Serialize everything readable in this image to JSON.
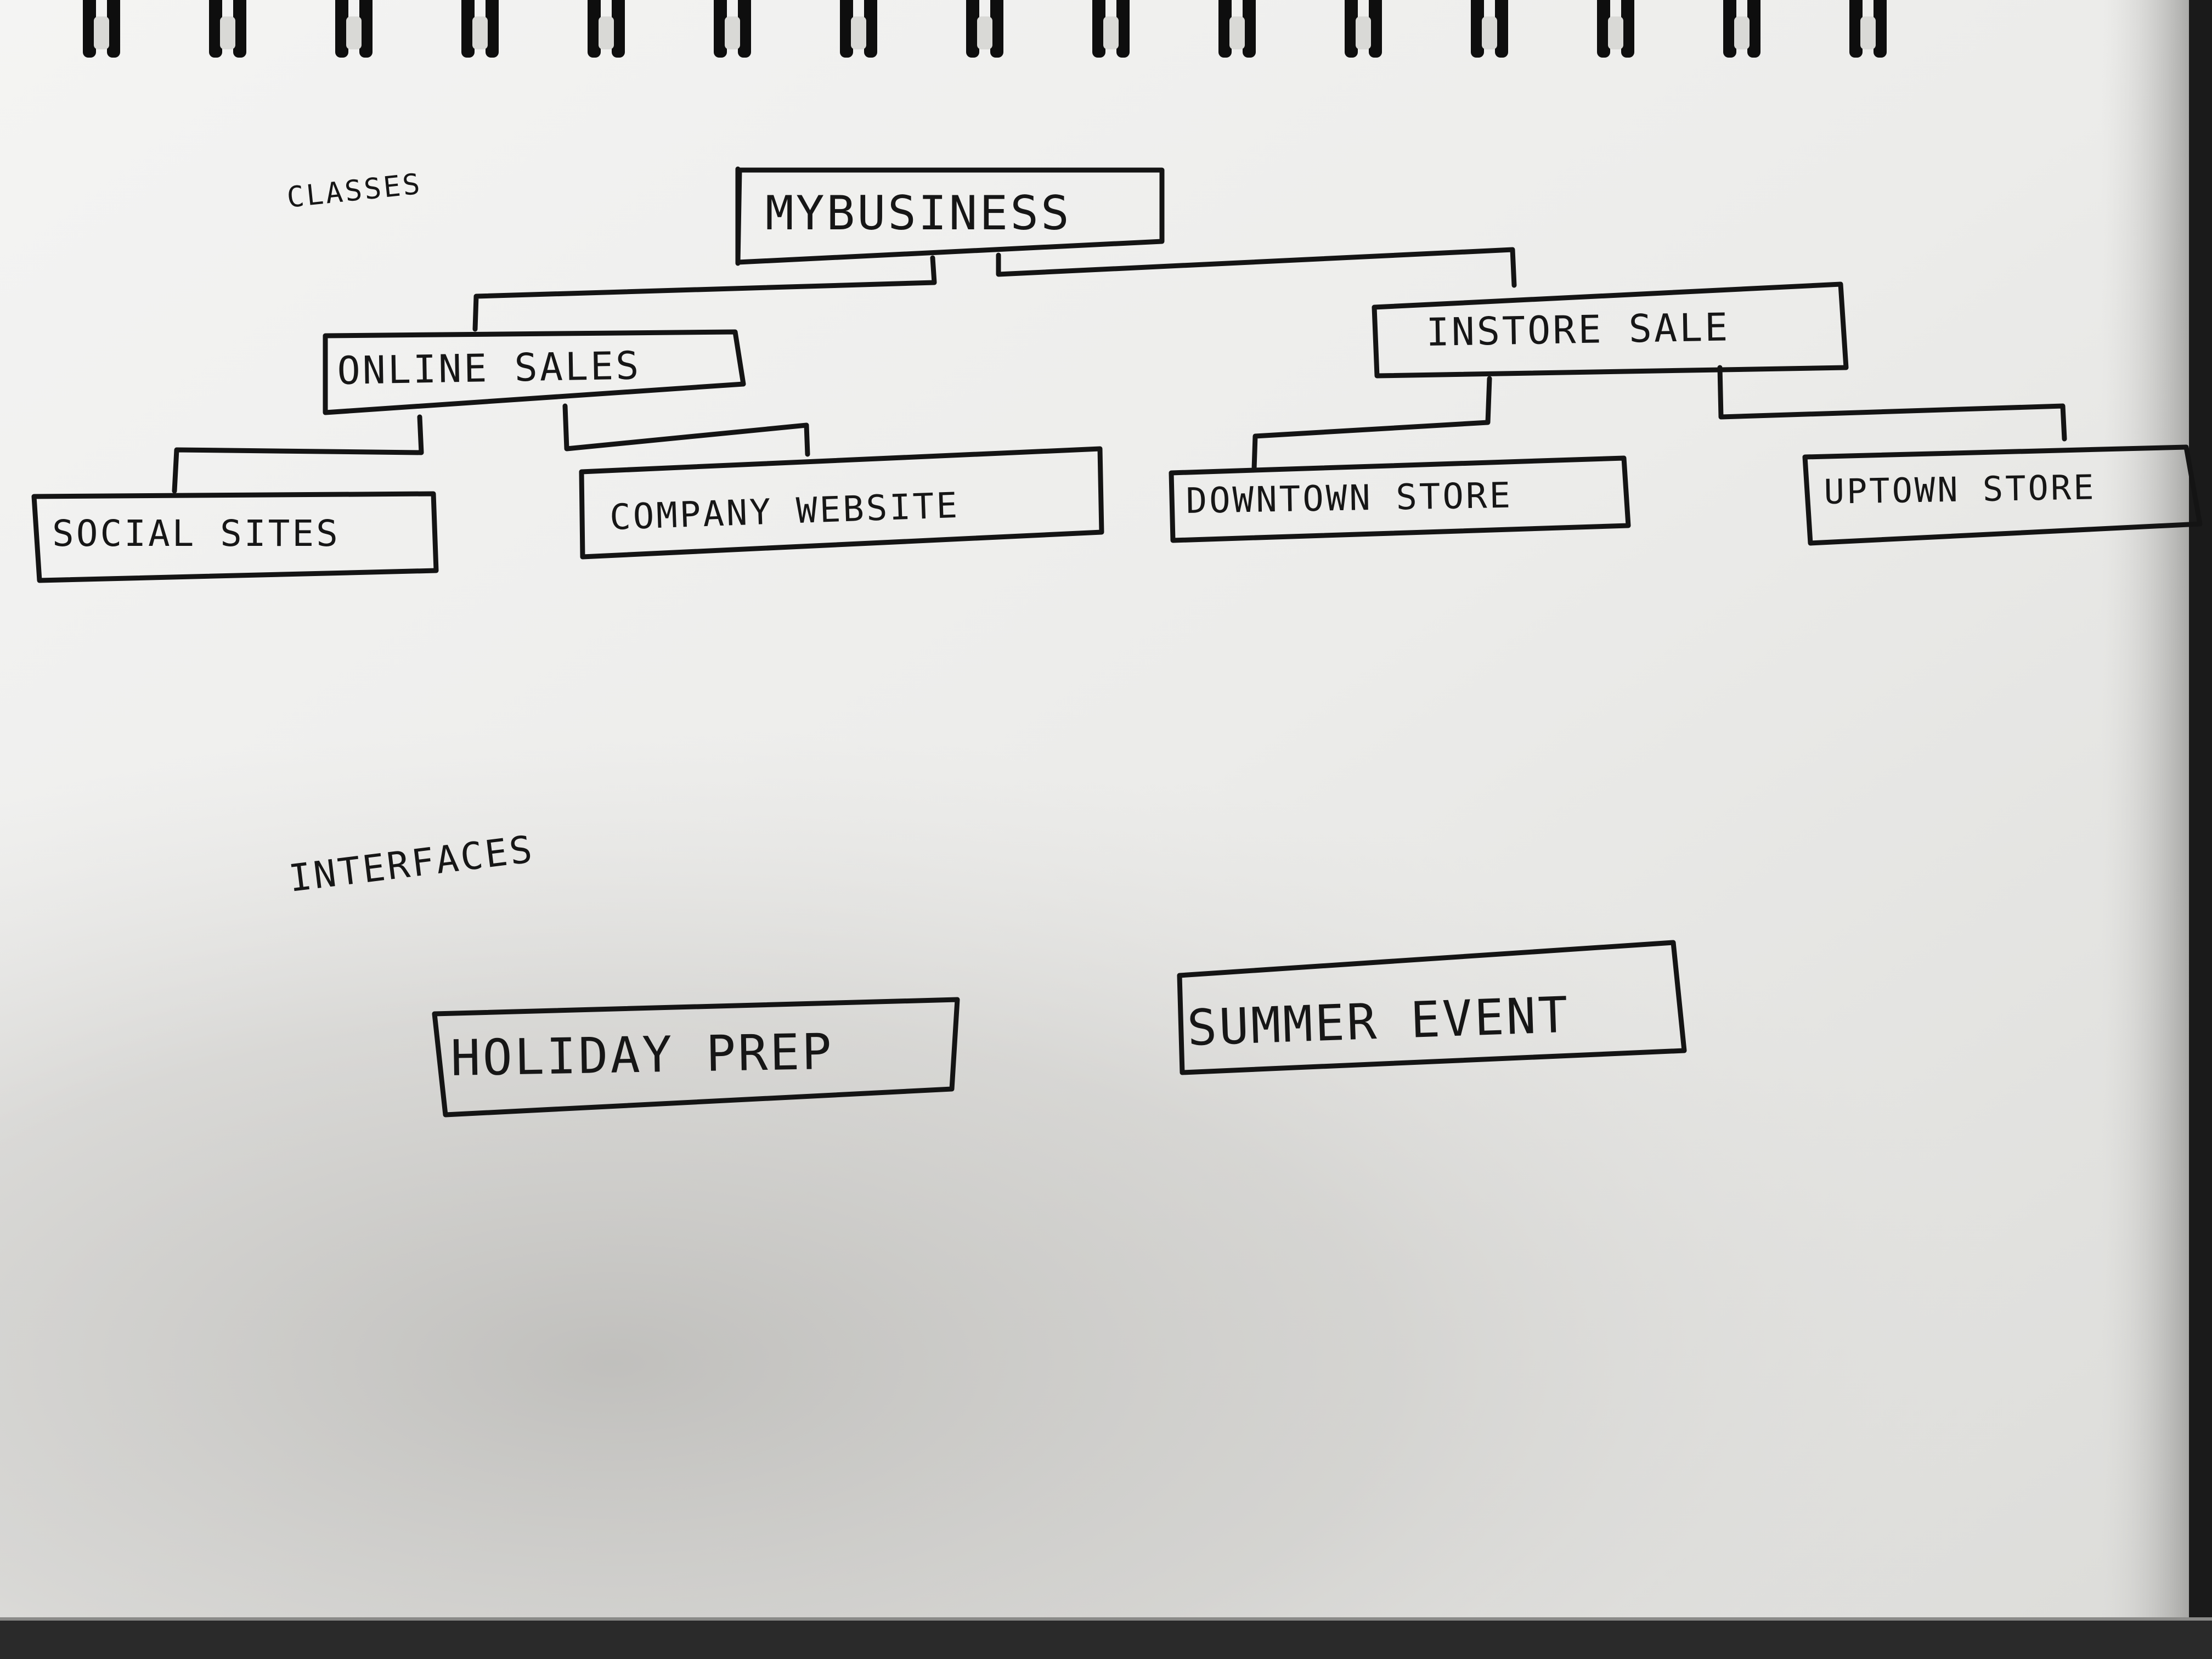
{
  "colors": {
    "ink": "#141414",
    "paper_light": "#efefed",
    "paper_shadow": "#cfcecb",
    "binding": "#0e0e0e",
    "background": "#1a1a1a"
  },
  "sections": {
    "classes_label": "CLASSES",
    "interfaces_label": "INTERFACES"
  },
  "class_hierarchy": {
    "root": "MyBusiness",
    "children": [
      {
        "name": "Online Sales",
        "children": [
          "Social Sites",
          "Company Website"
        ]
      },
      {
        "name": "Instore Sale",
        "children": [
          "Downtown Store",
          "Uptown Store"
        ]
      }
    ]
  },
  "interfaces": [
    "Holiday Prep",
    "Summer Event"
  ],
  "binding_icon": "spiral-binding-icon"
}
